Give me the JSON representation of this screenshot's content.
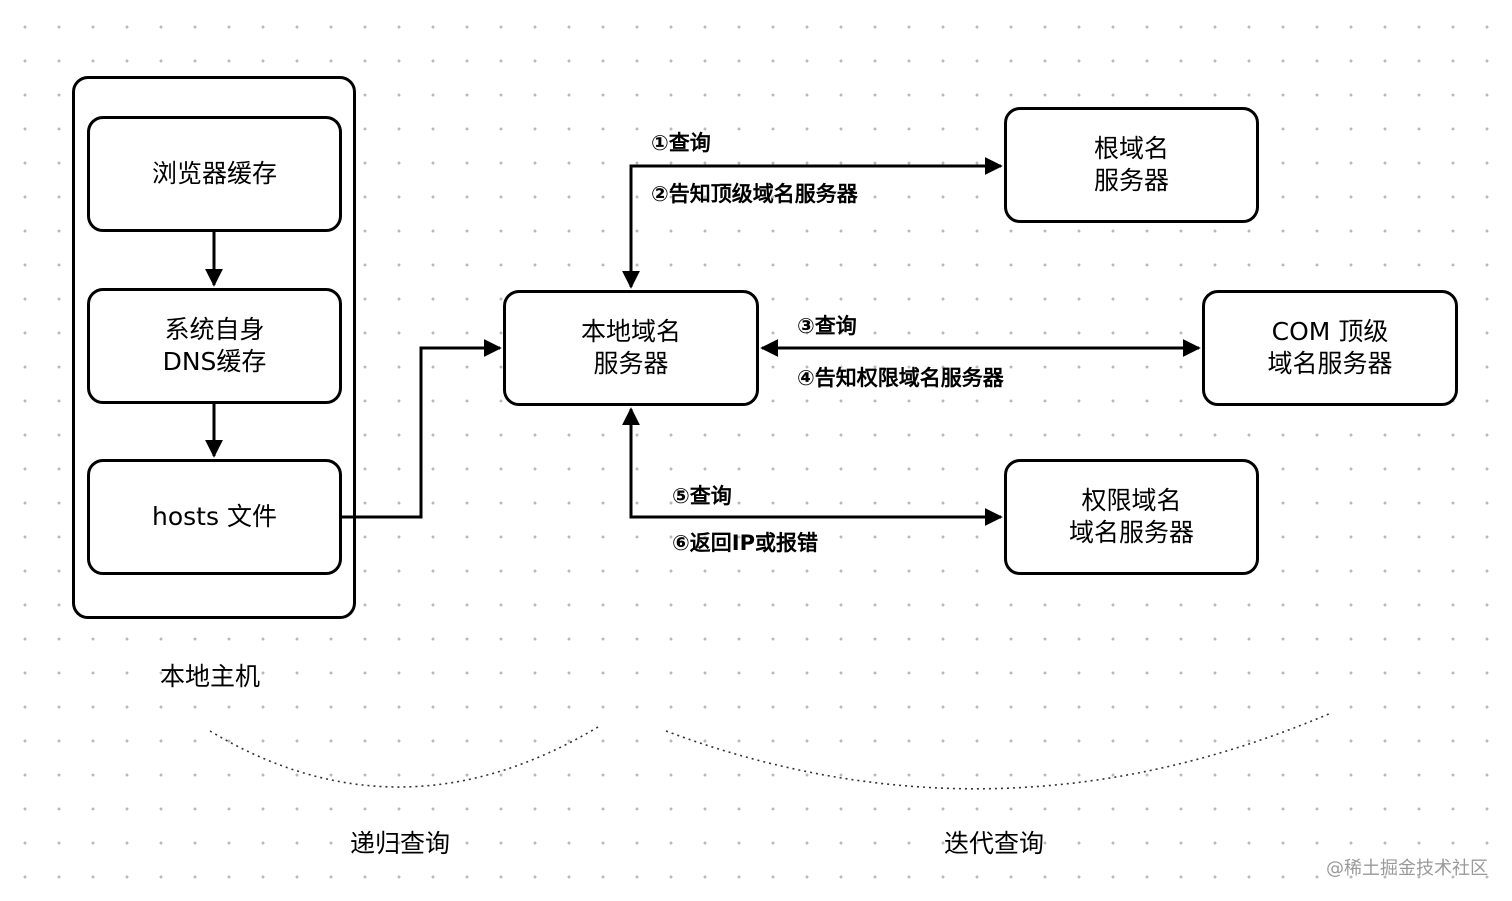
{
  "local_host": {
    "label": "本地主机",
    "browser_cache": "浏览器缓存",
    "system_dns_cache": {
      "line1": "系统自身",
      "line2": "DNS缓存"
    },
    "hosts_file": "hosts 文件"
  },
  "servers": {
    "local_dns": {
      "line1": "本地域名",
      "line2": "服务器"
    },
    "root_dns": {
      "line1": "根域名",
      "line2": "服务器"
    },
    "com_tld": {
      "line1": "COM 顶级",
      "line2": "域名服务器"
    },
    "authoritative": {
      "line1": "权限域名",
      "line2": "域名服务器"
    }
  },
  "edges": {
    "step1": "①查询",
    "step2": "②告知顶级域名服务器",
    "step3": "③查询",
    "step4": "④告知权限域名服务器",
    "step5": "⑤查询",
    "step6": "⑥返回IP或报错"
  },
  "captions": {
    "recursive": "递归查询",
    "iterative": "迭代查询"
  },
  "watermark": "@稀土掘金技术社区"
}
